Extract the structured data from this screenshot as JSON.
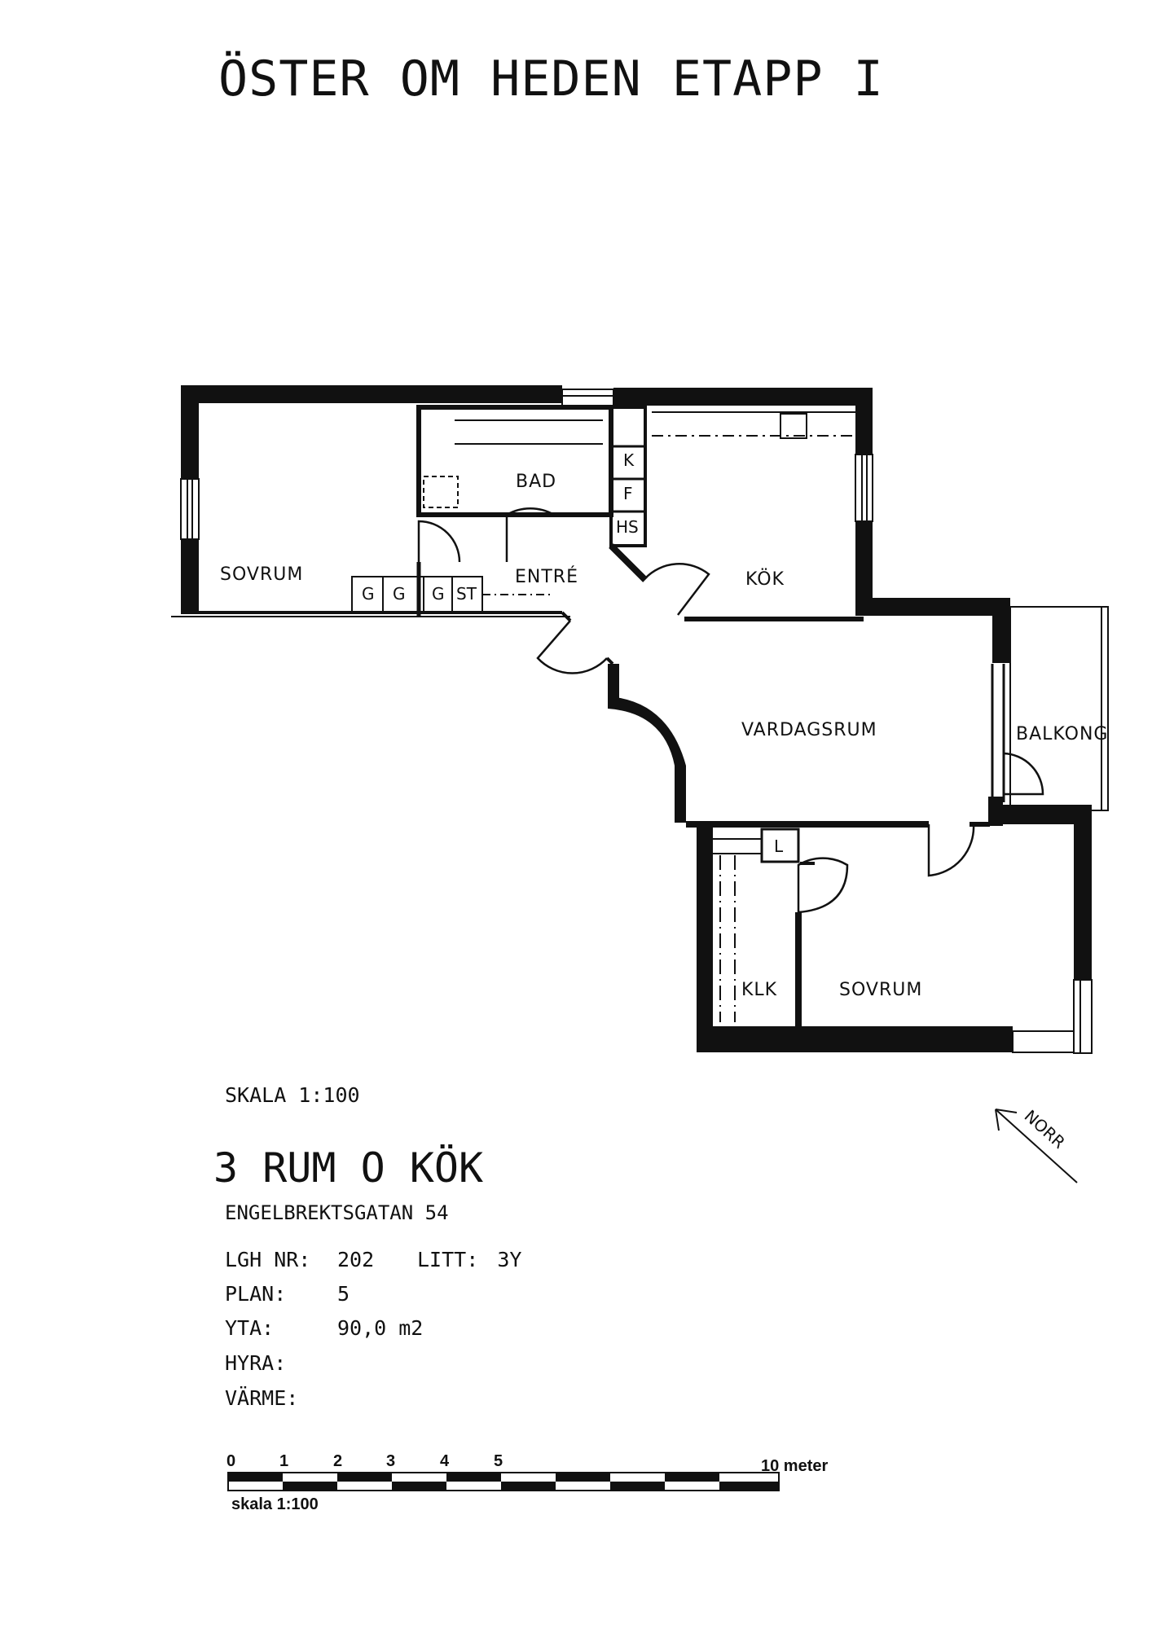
{
  "title": "ÖSTER OM HEDEN ETAPP I",
  "rooms": {
    "sovrum_1": "SOVRUM",
    "bad": "BAD",
    "entre": "ENTRÉ",
    "kok": "KÖK",
    "vardagsrum": "VARDAGSRUM",
    "balkong": "BALKONG",
    "klk": "KLK",
    "sovrum_2": "SOVRUM"
  },
  "fixtures": {
    "k": "K",
    "f": "F",
    "hs": "HS",
    "g1": "G",
    "g2": "G",
    "g3": "G",
    "st": "ST",
    "l": "L"
  },
  "skala_label": "SKALA 1:100",
  "north_label": "NORR",
  "apartment_type": "3 RUM O KÖK",
  "address": "ENGELBREKTSGATAN 54",
  "details": {
    "lgh_nr_label": "LGH NR:",
    "lgh_nr": "202",
    "litt_label": "LITT:",
    "litt": "3Y",
    "plan_label": "PLAN:",
    "plan": "5",
    "yta_label": "YTA:",
    "yta": "90,0 m2",
    "hyra_label": "HYRA:",
    "hyra": "",
    "varme_label": "VÄRME:",
    "varme": ""
  },
  "scale_bar": {
    "ticks": [
      "0",
      "1",
      "2",
      "3",
      "4",
      "5"
    ],
    "end_label": "10 meter",
    "caption": "skala 1:100"
  }
}
